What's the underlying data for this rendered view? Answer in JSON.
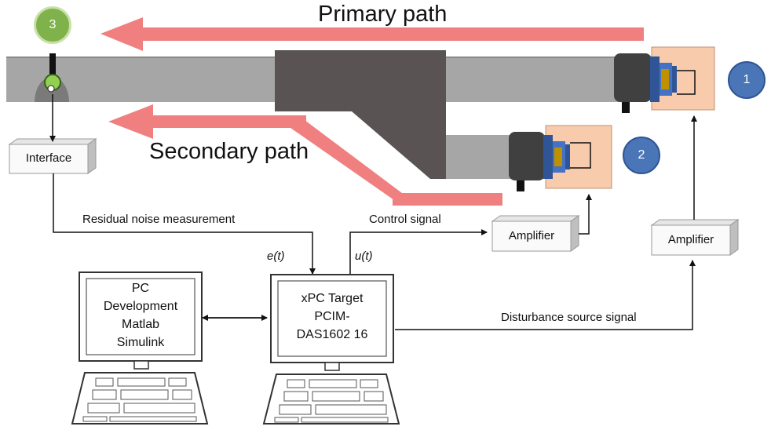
{
  "paths": {
    "primary": "Primary path",
    "secondary": "Secondary path"
  },
  "badges": {
    "speaker_1": "1",
    "speaker_2": "2",
    "microphone_3": "3"
  },
  "boxes": {
    "interface": "Interface",
    "amplifier_control": "Amplifier",
    "amplifier_disturbance": "Amplifier"
  },
  "signals": {
    "residual": "Residual noise measurement",
    "control": "Control signal",
    "disturbance": "Disturbance source signal",
    "error": "e(t)",
    "control_var": "u(t)"
  },
  "computers": {
    "dev_pc": [
      "PC",
      "Development",
      "Matlab",
      "Simulink"
    ],
    "target_pc": [
      "xPC Target",
      "PCIM-",
      "DAS1602 16"
    ]
  },
  "colors": {
    "duct": "#a6a6a6",
    "duct_junction": "#595354",
    "path_arrow": "#f08080",
    "badge_blue": "#4a76b8",
    "badge_green": "#7fb24a",
    "speaker_box": "#f8cbad"
  }
}
